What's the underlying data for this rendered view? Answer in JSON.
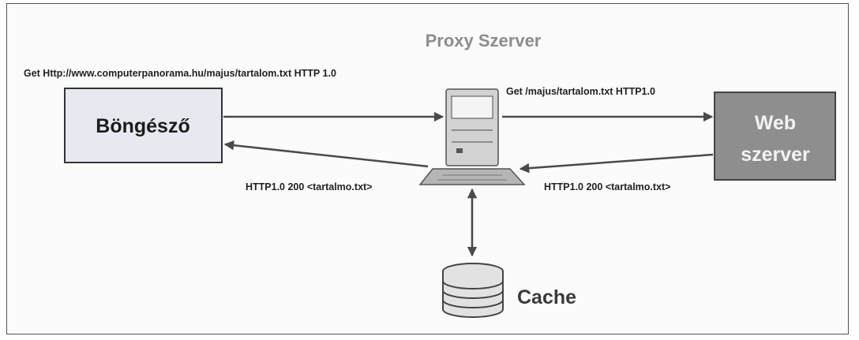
{
  "title": "Proxy Szerver",
  "nodes": {
    "browser": {
      "label": "Böngésző"
    },
    "webserver": {
      "line1": "Web",
      "line2": "szerver"
    },
    "cache": {
      "label": "Cache"
    }
  },
  "messages": {
    "browser_request": "Get Http://www.computerpanorama.hu/majus/tartalom.txt HTTP 1.0",
    "proxy_request": "Get /majus/tartalom.txt HTTP1.0",
    "server_response": "HTTP1.0 200 <tartalmo.txt>",
    "proxy_response": "HTTP1.0 200 <tartalmo.txt>"
  },
  "colors": {
    "browser_fill": "#e6e9ef",
    "webserver_fill": "#8e8e8e",
    "arrow": "#4a4a4a"
  },
  "icons": {
    "proxy": "computer-icon",
    "cache": "database-icon"
  }
}
